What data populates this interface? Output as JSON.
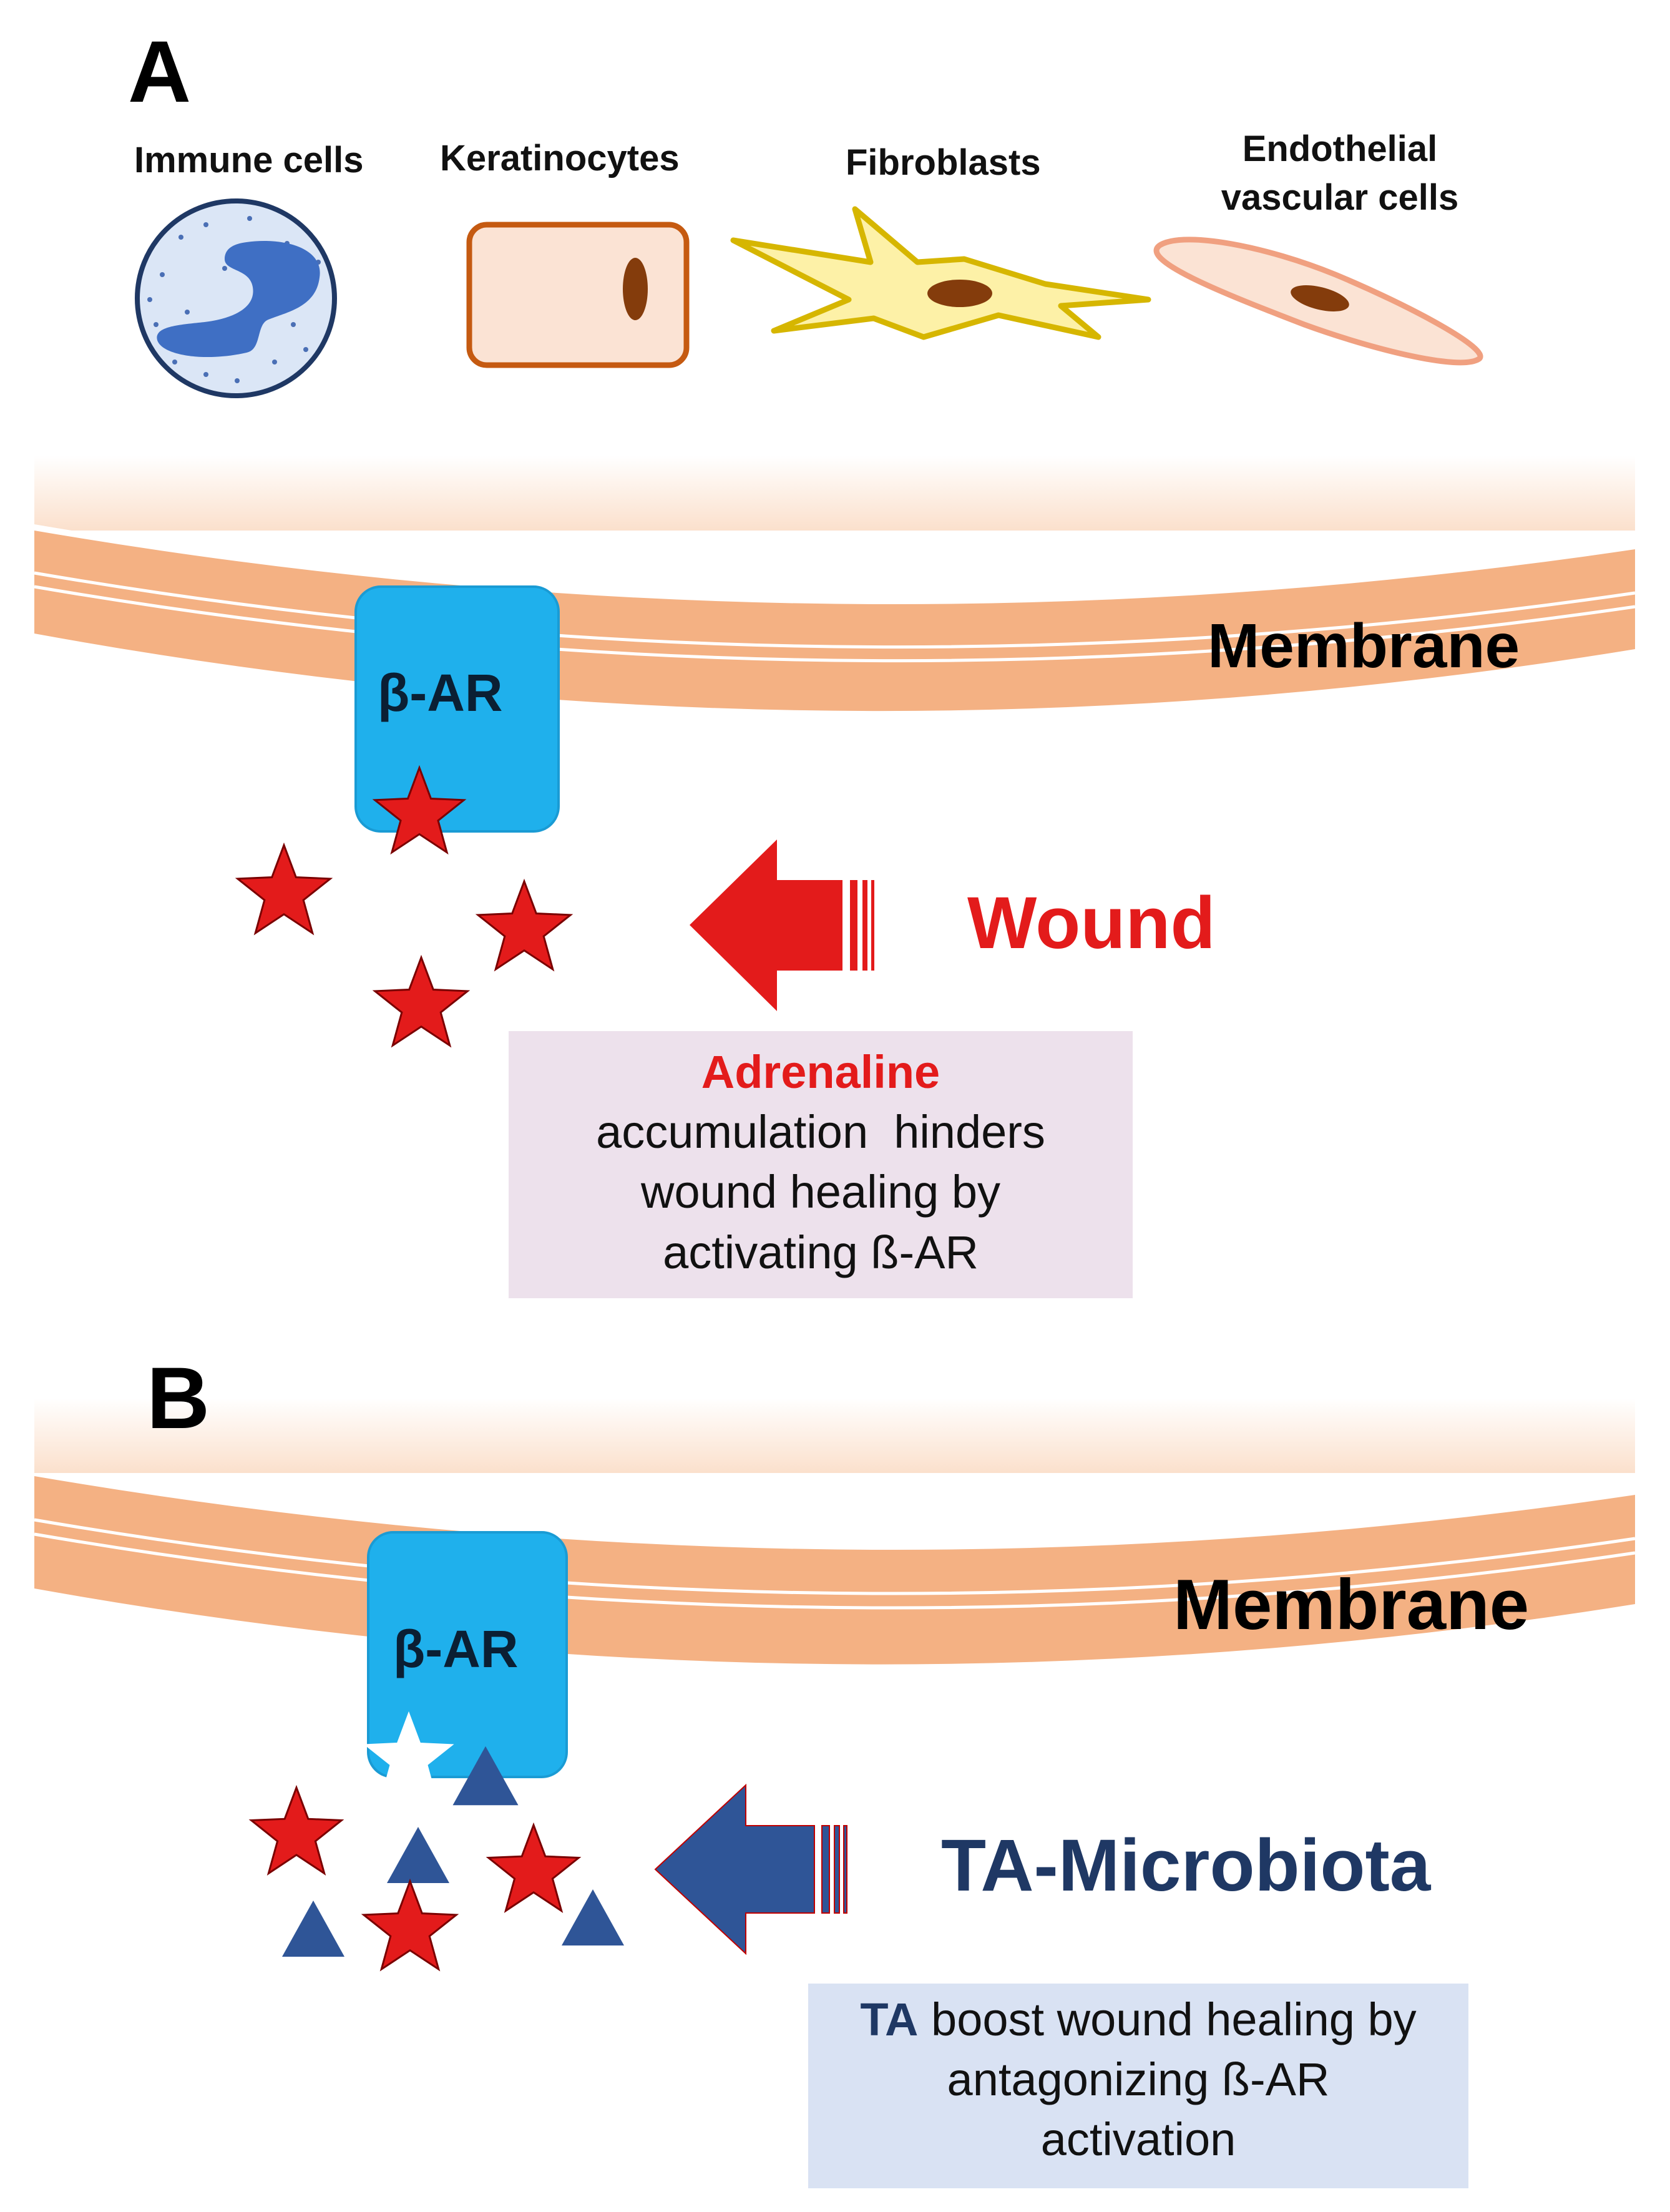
{
  "panel_a": {
    "letter": "A",
    "cell_types": [
      {
        "label": "Immune cells",
        "icon": "immune-cell-icon"
      },
      {
        "label": "Keratinocytes",
        "icon": "keratinocyte-icon"
      },
      {
        "label": "Fibroblasts",
        "icon": "fibroblast-icon"
      },
      {
        "label_line1": "Endothelial",
        "label_line2": "vascular cells",
        "icon": "endothelial-cell-icon"
      }
    ],
    "membrane_label": "Membrane",
    "receptor_label": "β-AR",
    "stimulus_label": "Wound",
    "box": {
      "highlight": "Adrenaline",
      "line1": "accumulation  hinders",
      "line2": "wound healing by",
      "line3": "activating ß-AR"
    }
  },
  "panel_b": {
    "letter": "B",
    "membrane_label": "Membrane",
    "receptor_label": "β-AR",
    "stimulus_label": "TA-Microbiota",
    "box": {
      "highlight": "TA",
      "line1_rest": " boost wound healing by",
      "line2": "antagonizing ß-AR",
      "line3": "activation"
    }
  },
  "colors": {
    "membrane": "#f4b183",
    "membrane_glow": "#fbe5d6",
    "receptor": "#1fb0ec",
    "adrenaline_star": "#e31b1b",
    "ta_triangle": "#2f5597",
    "wound_red": "#e31b1b",
    "ta_navy": "#1f3864",
    "box_a_bg": "#ede1ec",
    "box_b_bg": "#d9e2f3"
  }
}
